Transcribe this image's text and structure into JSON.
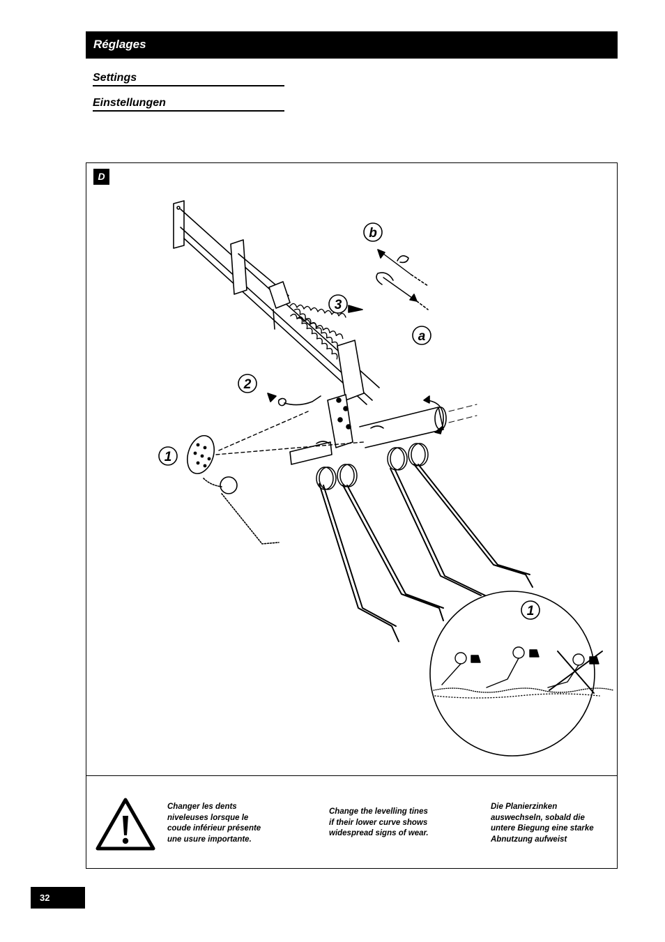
{
  "header": {
    "title": "Réglages"
  },
  "subtitles": {
    "english": "Settings",
    "german": "Einstellungen"
  },
  "figure": {
    "label": "D",
    "callouts": {
      "one": "1",
      "two": "2",
      "three": "3",
      "a": "a",
      "b": "b",
      "detail_one": "1"
    }
  },
  "warning": {
    "icon": "warning-triangle-icon",
    "fr": "Changer les dents\nniveleuses lorsque le\ncoude inférieur présente\nune usure importante.",
    "en": "Change the levelling tines\nif their lower curve shows\nwidespread signs of wear.",
    "de": "Die Planierzinken\nauswechseln, sobald die\nuntere Biegung eine starke\nAbnutzung aufweist"
  },
  "page": {
    "number": "32"
  }
}
